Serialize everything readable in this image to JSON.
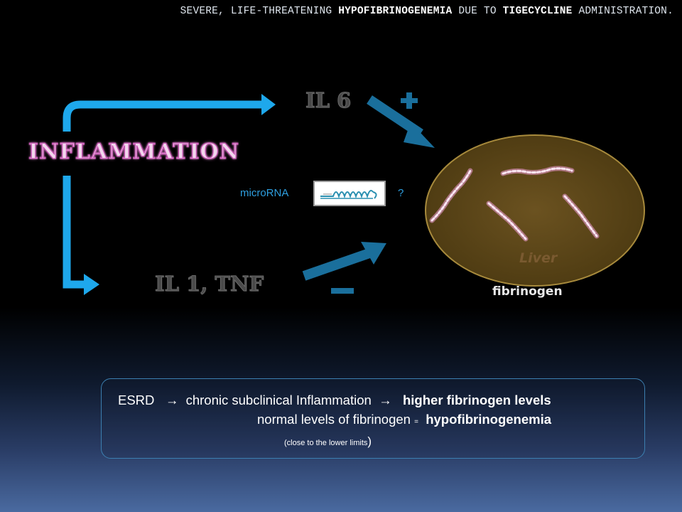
{
  "title": {
    "parts": [
      "SEVERE, LIFE-THREATENING ",
      "HYPOFIBRINOGENEMIA",
      " DUE TO ",
      "TIGECYCLINE",
      " ADMINISTRATION."
    ]
  },
  "diagram": {
    "inflammation": "INFLAMMATION",
    "il6": "IL 6",
    "il1_tnf": "IL 1, TNF",
    "microrna": "microRNA",
    "question": "?",
    "liver": "Liver",
    "fibrinogen": "fibrinogen",
    "plus_sign": "plus-icon",
    "minus_sign": "minus-icon"
  },
  "info_box": {
    "line1": {
      "esrd": "ESRD",
      "arrow": "→",
      "text1": "chronic subclinical Inflammation",
      "arrow2": "→",
      "text2": "higher fibrinogen levels"
    },
    "line2": {
      "text1": "normal levels of fibrinogen",
      "eq": "=",
      "text2": "hypofibrinogenemia"
    },
    "line3": {
      "text": "(close to the lower limits",
      "close": ")"
    }
  },
  "colors": {
    "arrow_blue": "#1ea8ec",
    "arrow_teal": "#1a6f9c",
    "liver_fill": "#5e4716",
    "liver_stroke": "#a78a3c",
    "inflammation_glow": "#d66ac4",
    "info_border": "#3c7fb0"
  }
}
